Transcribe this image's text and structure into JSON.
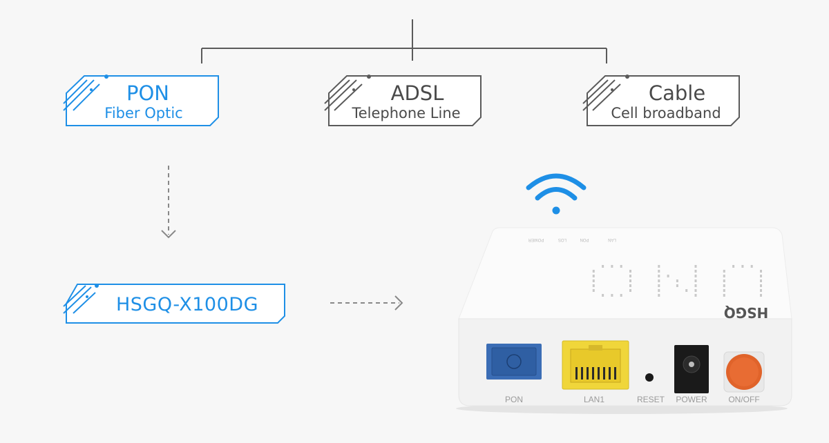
{
  "connections": [
    {
      "title": "PON",
      "subtitle": "Fiber Optic",
      "color": "#1e8fe6"
    },
    {
      "title": "ADSL",
      "subtitle": "Telephone Line",
      "color": "#4a4a4a"
    },
    {
      "title": "Cable",
      "subtitle": "Cell broadband",
      "color": "#4a4a4a"
    }
  ],
  "product": {
    "name": "HSGQ-X100DG",
    "color": "#1e8fe6"
  },
  "device": {
    "brand": "HSGQ",
    "face_text": "ONU",
    "indicators": [
      "LAN",
      "PON",
      "LOS",
      "POWER"
    ],
    "ports": [
      "PON",
      "LAN1",
      "RESET",
      "POWER",
      "ON/OFF"
    ]
  },
  "colors": {
    "line": "#555555",
    "arrow": "#888888",
    "wifi": "#1e8fe6",
    "pon_port": "#3b6db5",
    "lan_port": "#f0d63a",
    "switch": "#e0632a"
  }
}
